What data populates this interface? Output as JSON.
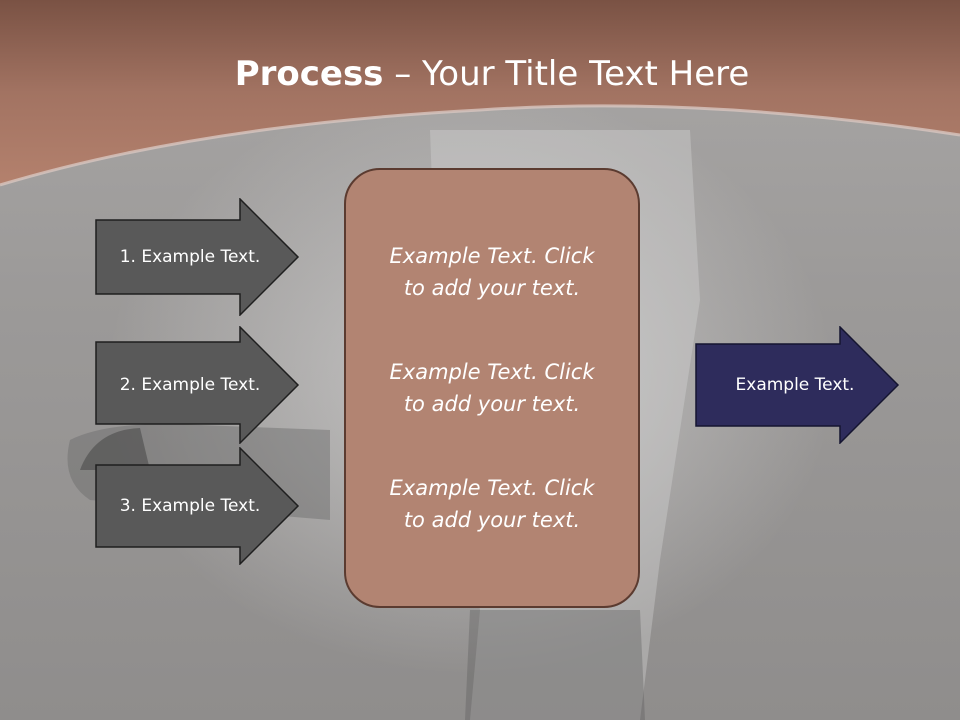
{
  "slide": {
    "title_bold": "Process",
    "title_rest": " – Your Title Text Here",
    "steps": [
      {
        "label": "1. Example Text."
      },
      {
        "label": "2. Example Text."
      },
      {
        "label": "3. Example Text."
      }
    ],
    "center_paragraphs": [
      {
        "text": "Example Text. Click  to add your text."
      },
      {
        "text": "Example Text. Click  to add your text."
      },
      {
        "text": "Example Text. Click  to add your text."
      }
    ],
    "result": {
      "label": "Example Text."
    }
  },
  "colors": {
    "header_band": "#a27362",
    "step_arrow": "#595959",
    "center_box": "#b28472",
    "center_border": "#5b3b30",
    "result_arrow": "#2e2c5c",
    "text": "#ffffff"
  }
}
